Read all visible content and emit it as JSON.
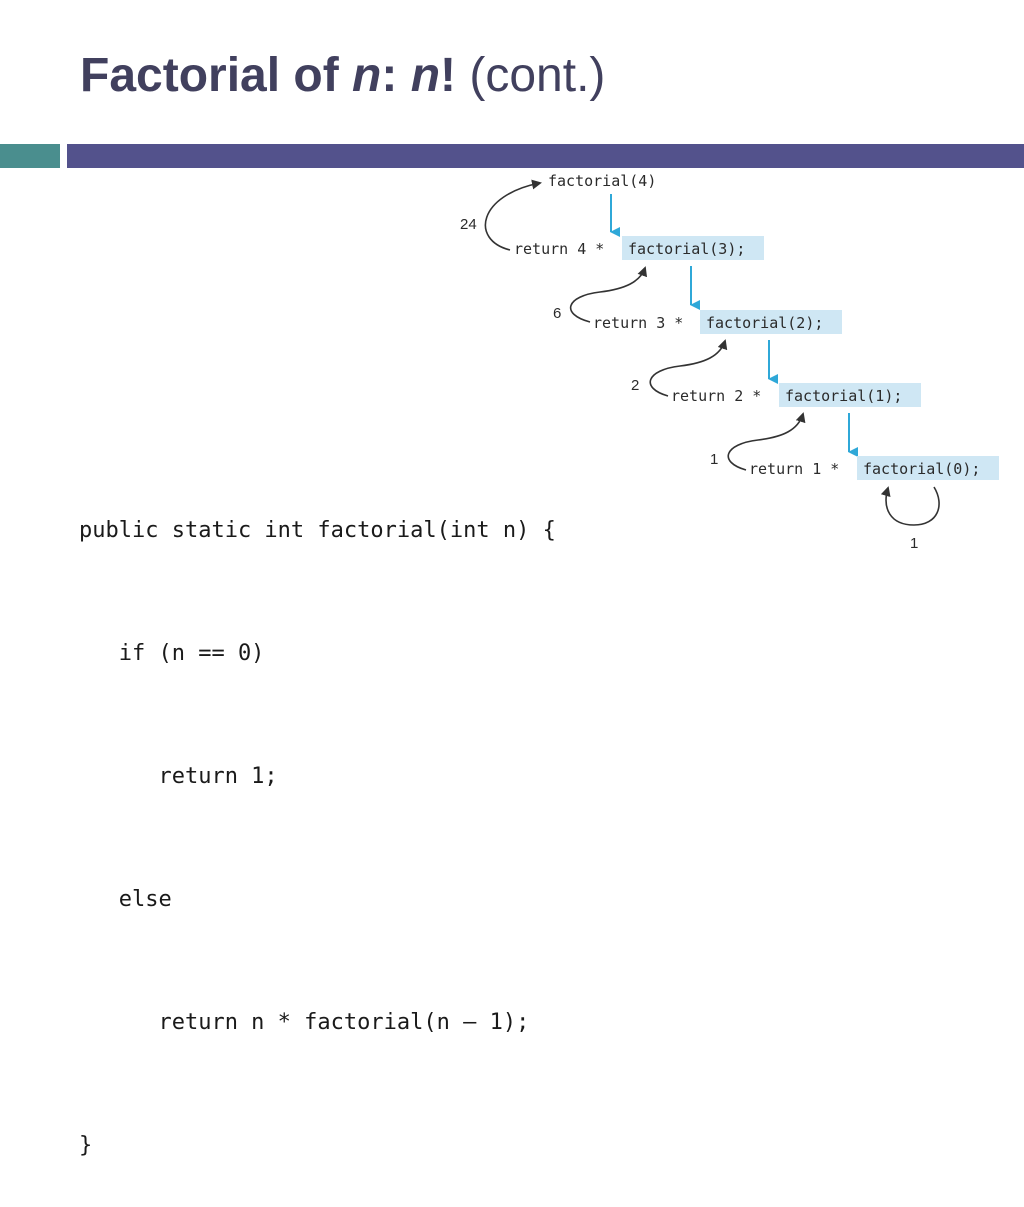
{
  "title": {
    "word1": "Factorial of ",
    "n1": "n",
    "colon": ": ",
    "n2": "n",
    "bang": "!",
    "cont": " (cont.)"
  },
  "code_lines": [
    "public static int factorial(int n) {",
    "   if (n == 0)",
    "      return 1;",
    "   else",
    "      return n * factorial(n – 1);",
    "}"
  ],
  "diagram": {
    "top_call": "factorial(4)",
    "levels": [
      {
        "return_text": "return 4 *",
        "call": "factorial(3);",
        "result": "24"
      },
      {
        "return_text": "return 3 *",
        "call": "factorial(2);",
        "result": "6"
      },
      {
        "return_text": "return 2 *",
        "call": "factorial(1);",
        "result": "2"
      },
      {
        "return_text": "return 1 *",
        "call": "factorial(0);",
        "result": "1"
      }
    ],
    "base_result": "1",
    "colors": {
      "highlight": "#cfe7f4",
      "down_arrow": "#2fa8d8",
      "return_arrow": "#333333"
    }
  }
}
